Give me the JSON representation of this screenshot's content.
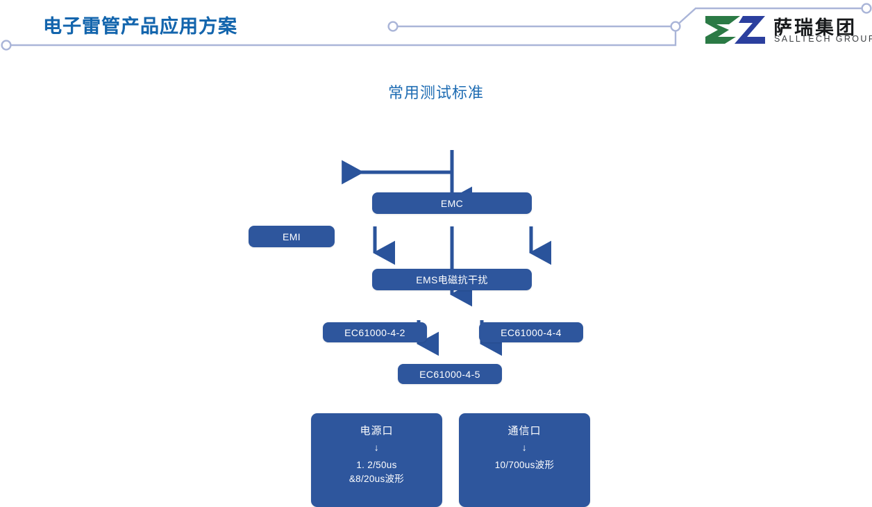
{
  "header": {
    "title": "电子雷管产品应用方案",
    "trace_color": "#aab5d8",
    "title_color": "#1365ad"
  },
  "logo": {
    "mark_name": "salltech-sz-logo-mark",
    "green": "#2b7a45",
    "blue": "#2b3f9e",
    "name_cn": "萨瑞集团",
    "name_en": "SALLTECH GROUP"
  },
  "diagram": {
    "title": "常用测试标准",
    "title_color": "#1e6cb3",
    "node_color": "#2e569d",
    "edge_color": "#2a539b",
    "nodes": {
      "emc": "EMC",
      "emi": "EMI",
      "ems": "EMS电磁抗干扰",
      "ec_4_2": "EC61000-4-2",
      "ec_4_4": "EC61000-4-4",
      "ec_4_5": "EC61000-4-5",
      "power_port": {
        "label": "电源口",
        "arrow": "↓",
        "waveform_line1": "1. 2/50us",
        "waveform_line2": "&8/20us波形"
      },
      "comm_port": {
        "label": "通信口",
        "arrow": "↓",
        "waveform_line1": "10/700us波形"
      }
    }
  }
}
